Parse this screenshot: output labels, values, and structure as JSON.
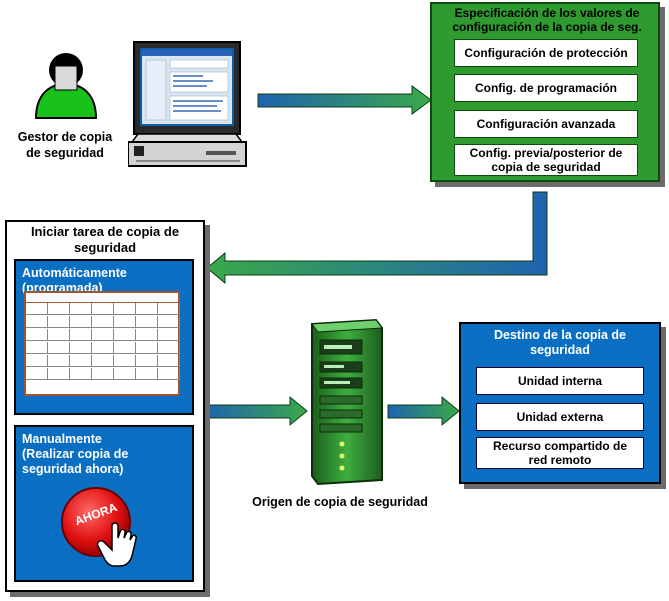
{
  "manager": {
    "label_line1": "Gestor de copia",
    "label_line2": "de seguridad"
  },
  "config": {
    "title_line1": "Especificación de los valores de",
    "title_line2": "configuración de la copia de seg.",
    "items": [
      {
        "line1": "Configuración de protección",
        "line2": ""
      },
      {
        "line1": "Config. de programación",
        "line2": ""
      },
      {
        "line1": "Configuración avanzada",
        "line2": ""
      },
      {
        "line1": "Config. previa/posterior de",
        "line2": "copia de seguridad"
      }
    ]
  },
  "start": {
    "title_line1": "Iniciar tarea de copia de",
    "title_line2": "seguridad",
    "auto_line1": "Automáticamente",
    "auto_line2": "(programada)",
    "manual_line1": "Manualmente",
    "manual_line2": "(Realizar copia de",
    "manual_line3": "seguridad ahora)",
    "now_button": "AHORA"
  },
  "source": {
    "label": "Origen de copia de seguridad"
  },
  "destination": {
    "title_line1": "Destino de la copia de",
    "title_line2": "seguridad",
    "items": [
      {
        "line1": "Unidad interna",
        "line2": ""
      },
      {
        "line1": "Unidad externa",
        "line2": ""
      },
      {
        "line1": "Recurso compartido de",
        "line2": "red remoto"
      }
    ]
  },
  "colors": {
    "green_panel": "#2f9a2f",
    "blue_panel": "#0a6fc2",
    "arrow_green": "#3aa84a",
    "arrow_blue": "#1a6fb0"
  }
}
